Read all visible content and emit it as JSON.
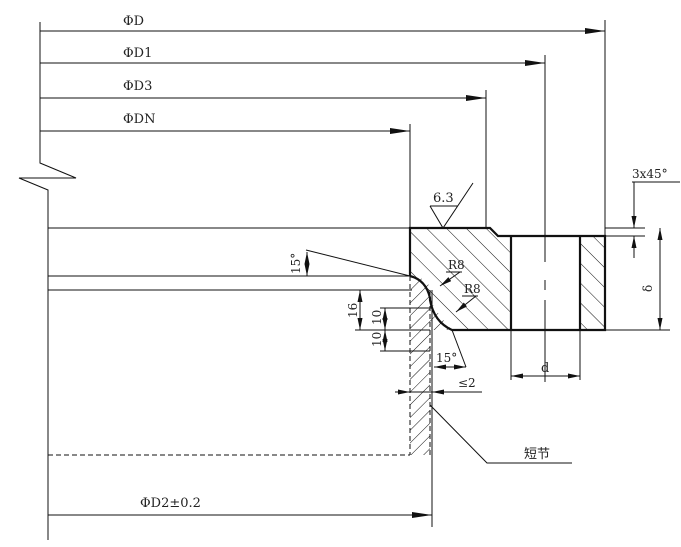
{
  "title": "Flange welding neck / stub end detail drawing",
  "dimensions": {
    "phi_d": "ΦD",
    "phi_d1": "ΦD1",
    "phi_d3": "ΦD3",
    "phi_dn": "ΦDN",
    "phi_d2": "ΦD2±0.2",
    "chamfer": "3x45°",
    "roughness": "6.3",
    "radius_upper": "R8",
    "radius_lower": "R8",
    "angle_upper": "15°",
    "angle_lower": "15°",
    "dim_16": "16",
    "dim_10_upper": "10",
    "dim_10_lower": "10",
    "gap": "≤2",
    "bolt_hole": "d",
    "thickness": "δ"
  },
  "labels": {
    "stub": "短节"
  },
  "colors": {
    "line": "#111111",
    "background": "#ffffff"
  }
}
